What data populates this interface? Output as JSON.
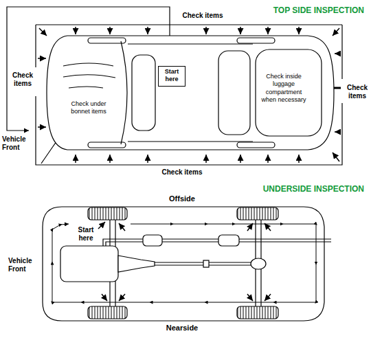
{
  "diagram": {
    "nodes": [
      {
        "text": [
          "Start here"
        ]
      }
    ],
    "labels": [
      "TOP SIDE INSPECTION",
      "Check items",
      "Check items",
      "Check under bonnet items",
      "Check inside luggage compartment when necessary",
      "Check items",
      "Vehicle Front",
      "Check items",
      "UNDERSIDE INSPECTION",
      "Offside",
      "Start here",
      "Vehicle Front",
      "Nearside"
    ]
  }
}
